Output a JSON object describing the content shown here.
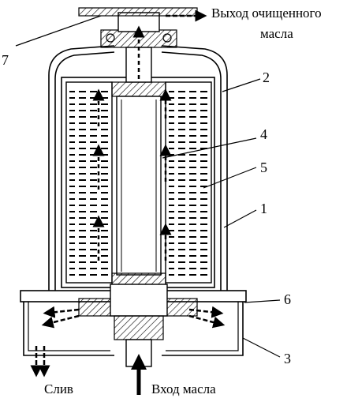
{
  "labels": {
    "n1": "1",
    "n2": "2",
    "n3": "3",
    "n4": "4",
    "n5": "5",
    "n6": "6",
    "n7": "7"
  },
  "captions": {
    "outlet_line1": "Выход очищенного",
    "outlet_line2": "масла",
    "drain": "Слив",
    "inlet": "Вход масла"
  }
}
